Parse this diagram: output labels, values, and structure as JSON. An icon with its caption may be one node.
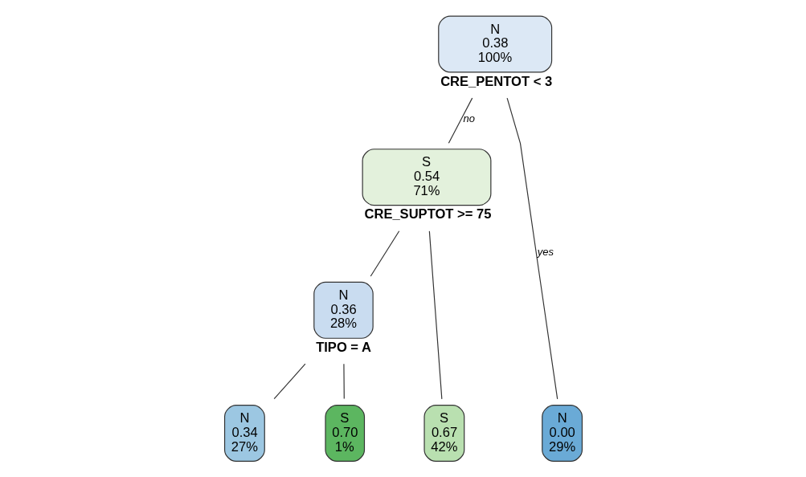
{
  "diagram": {
    "nodes": [
      {
        "text": [
          "N",
          "0.38",
          "100%"
        ],
        "beside": [
          "CRE_PENTOT < 3"
        ]
      },
      {
        "text": [
          "S",
          "0.54",
          "71%"
        ],
        "beside": [
          "CRE_SUPTOT >= 75"
        ]
      },
      {
        "text": [
          "N",
          "0.36",
          "28%"
        ],
        "beside": [
          "TIPO = A"
        ]
      },
      {
        "text": [
          "N",
          "0.00",
          "29%"
        ]
      },
      {
        "text": [
          "N",
          "0.34",
          "27%"
        ]
      },
      {
        "text": [
          "S",
          "0.70",
          "1%"
        ]
      },
      {
        "text": [
          "S",
          "0.67",
          "42%"
        ]
      }
    ],
    "edges": [
      {
        "from": 0,
        "to": 3,
        "arrow": "none",
        "label": "yes"
      },
      {
        "from": 0,
        "to": 1,
        "arrow": "none",
        "label": "no"
      },
      {
        "from": 1,
        "to": 2,
        "arrow": "none"
      },
      {
        "from": 1,
        "to": 6,
        "arrow": "none"
      },
      {
        "from": 2,
        "to": 4,
        "arrow": "none"
      },
      {
        "from": 2,
        "to": 5,
        "arrow": "none"
      }
    ]
  }
}
